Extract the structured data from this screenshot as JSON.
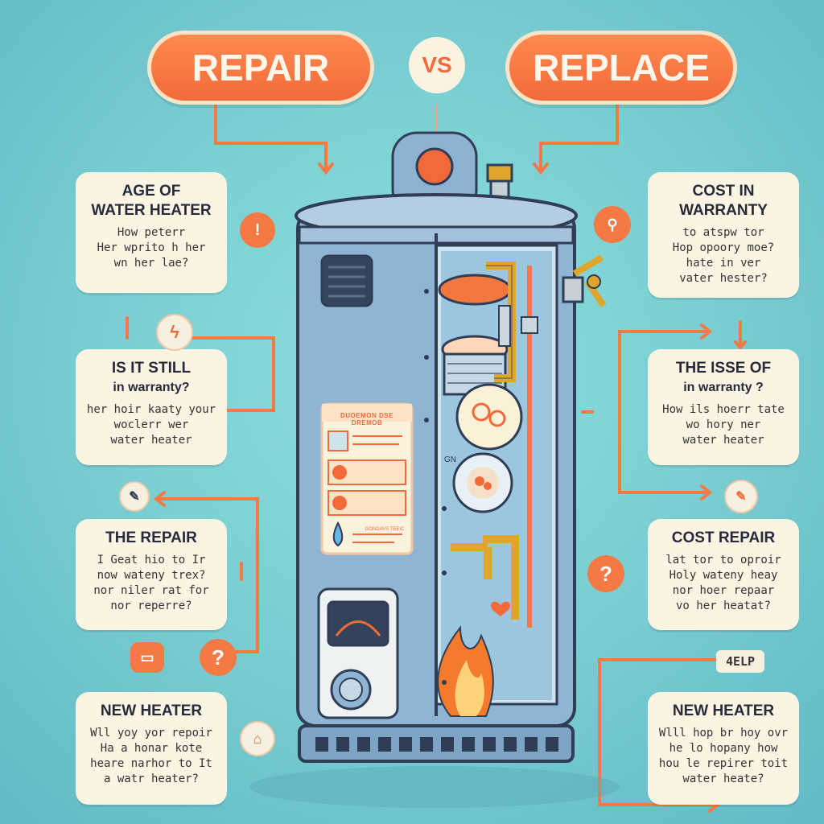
{
  "header": {
    "left_label": "REPAIR",
    "vs_label": "VS",
    "right_label": "REPLACE"
  },
  "colors": {
    "accent": "#f47a45",
    "background": "#7ed3d3",
    "card": "#fbf4e3",
    "tank": "#8fb4d4"
  },
  "left_cards": [
    {
      "title1": "AGE OF",
      "title2": "WATER HEATER",
      "lines": [
        "How peterr",
        "Her wprito h her",
        "wn her lae?"
      ]
    },
    {
      "title1": "IS IT  STILL",
      "title2": "in warranty?",
      "lines": [
        "her hoir kaaty your",
        "woclerr wer",
        "water heater"
      ]
    },
    {
      "title1": "THE REPAIR",
      "title2": "",
      "lines": [
        "I Geat hio to Ir",
        "now wateny trex?",
        "nor niler rat for",
        "nor reperre?"
      ]
    },
    {
      "title1": "NEW HEATER",
      "title2": "",
      "lines": [
        "Wll yoy yor repoir",
        "Ha a honar kote",
        "heare narhor to It",
        "a watr heater?"
      ]
    }
  ],
  "right_cards": [
    {
      "title1": "COST IN",
      "title2": "WARRANTY",
      "lines": [
        "to atspw tor",
        "Hop opoory moe?",
        "hate in ver",
        "vater hester?"
      ]
    },
    {
      "title1": "THE ISSE OF",
      "title2": "in warranty ?",
      "lines": [
        "How ils hoerr tate",
        "wo hory ner",
        "water heater"
      ]
    },
    {
      "title1": "COST REPAIR",
      "title2": "",
      "lines": [
        "lat tor to oproir",
        "Holy wateny heay",
        "nor hoer repaar",
        "vo her heatat?"
      ]
    },
    {
      "title1": "NEW HEATER",
      "title2": "",
      "lines": [
        "Wlll hop br hoy ovr",
        "he lo hopany how",
        "hou le repirer toit",
        "water heate?"
      ]
    }
  ],
  "help_label": "4ELP",
  "tank": {
    "panel_title": "DUOEMON DSE DREMOB",
    "panel_sub": "GONDAVS TEEIC",
    "gauge_label": "GN"
  },
  "icons": {
    "top_left": "warning-icon",
    "mid_left": "lightning-icon",
    "tool_left": "wrench-icon",
    "question_left": "question-icon",
    "toolbox_left": "toolbox-icon",
    "bag_left": "bag-icon",
    "top_right": "tool-icon",
    "mid_right": "wrench-icon",
    "question_right": "question-icon"
  }
}
